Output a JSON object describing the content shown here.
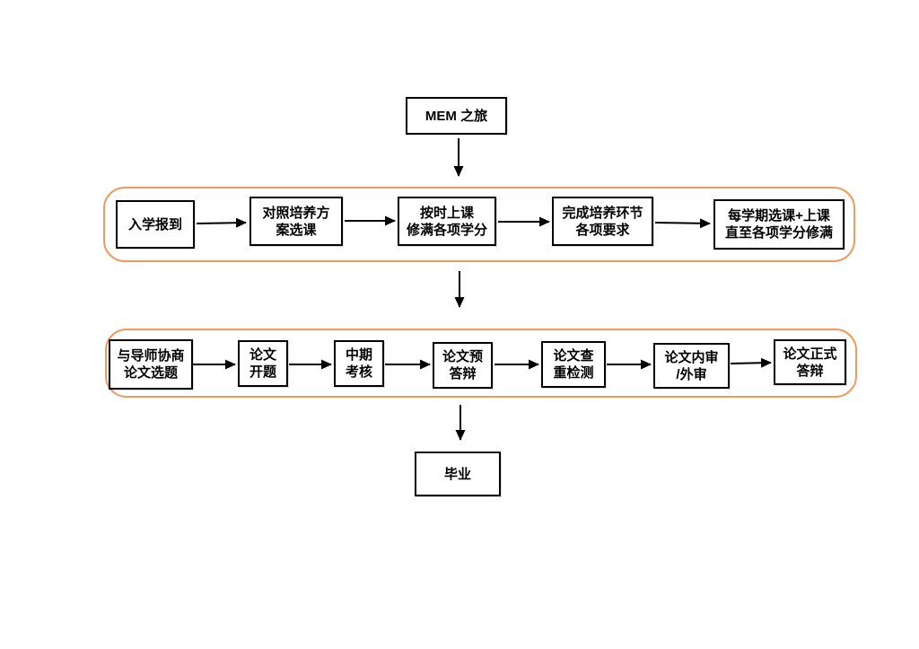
{
  "diagram": {
    "type": "flowchart",
    "title": "MEM 之旅"
  },
  "nodes": {
    "start": {
      "label": "MEM 之旅"
    },
    "end": {
      "label": "毕业"
    }
  },
  "stage1": {
    "boxes": [
      {
        "lines": [
          "入学报到"
        ]
      },
      {
        "lines": [
          "对照培养方",
          "案选课"
        ]
      },
      {
        "lines": [
          "按时上课",
          "修满各项学分"
        ]
      },
      {
        "lines": [
          "完成培养环节",
          "各项要求"
        ]
      },
      {
        "lines": [
          "每学期选课+上课",
          "直至各项学分修满"
        ]
      }
    ]
  },
  "stage2": {
    "boxes": [
      {
        "lines": [
          "与导师协商",
          "论文选题"
        ]
      },
      {
        "lines": [
          "论文",
          "开题"
        ]
      },
      {
        "lines": [
          "中期",
          "考核"
        ]
      },
      {
        "lines": [
          "论文预",
          "答辩"
        ]
      },
      {
        "lines": [
          "论文查",
          "重检测"
        ]
      },
      {
        "lines": [
          "论文内审",
          "/外审"
        ]
      },
      {
        "lines": [
          "论文正式",
          "答辩"
        ]
      }
    ]
  },
  "colors": {
    "background": "#FFFFFF",
    "container_border": "#ED9B5E",
    "box_border": "#000000",
    "box_fill": "#FFFFFF",
    "arrow": "#000000",
    "text": "#000000"
  }
}
